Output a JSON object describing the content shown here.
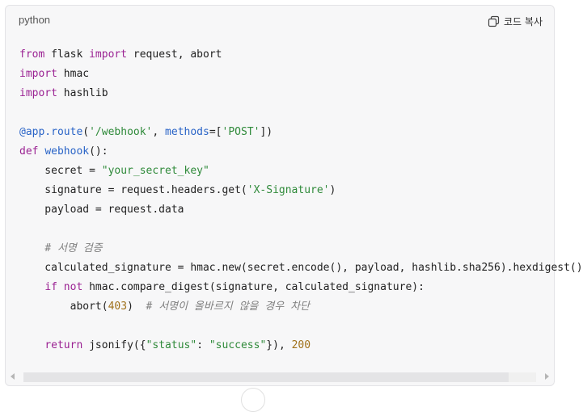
{
  "header": {
    "language": "python",
    "copy_label": "코드 복사",
    "copy_icon": "copy-icon"
  },
  "code": {
    "lines": [
      "from flask import request, abort",
      "import hmac",
      "import hashlib",
      "",
      "@app.route('/webhook', methods=['POST'])",
      "def webhook():",
      "    secret = \"your_secret_key\"",
      "    signature = request.headers.get('X-Signature')",
      "    payload = request.data",
      "",
      "    # 서명 검증",
      "    calculated_signature = hmac.new(secret.encode(), payload, hashlib.sha256).hexdigest()",
      "    if not hmac.compare_digest(signature, calculated_signature):",
      "        abort(403)  # 서명이 올바르지 않을 경우 차단",
      "",
      "    return jsonify({\"status\": \"success\"}), 200"
    ]
  },
  "colors": {
    "keyword": "#9b2393",
    "string": "#2f8a3a",
    "function": "#2a64c7",
    "number": "#a0711a",
    "comment": "#808080",
    "background": "#f7f7f8"
  }
}
